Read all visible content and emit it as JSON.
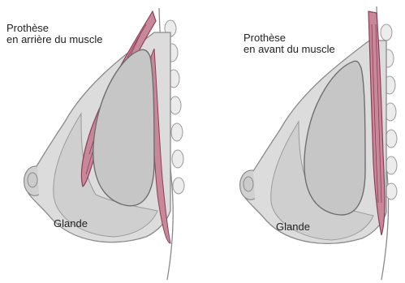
{
  "left": {
    "caption_line1": "Prothèse",
    "caption_line2": "en arrière du muscle",
    "gland_label": "Glande"
  },
  "right": {
    "caption_line1": "Prothèse",
    "caption_line2": "en avant du muscle",
    "gland_label": "Glande"
  },
  "colors": {
    "skin_outline": "#8a8a8a",
    "breast_fill": "#dcdcdc",
    "implant_fill": "#c6c6c6",
    "gland_fill": "#cfcfcf",
    "muscle_fill": "#c9879a",
    "muscle_stroke": "#8a3f58",
    "rib_fill": "#ececec"
  }
}
